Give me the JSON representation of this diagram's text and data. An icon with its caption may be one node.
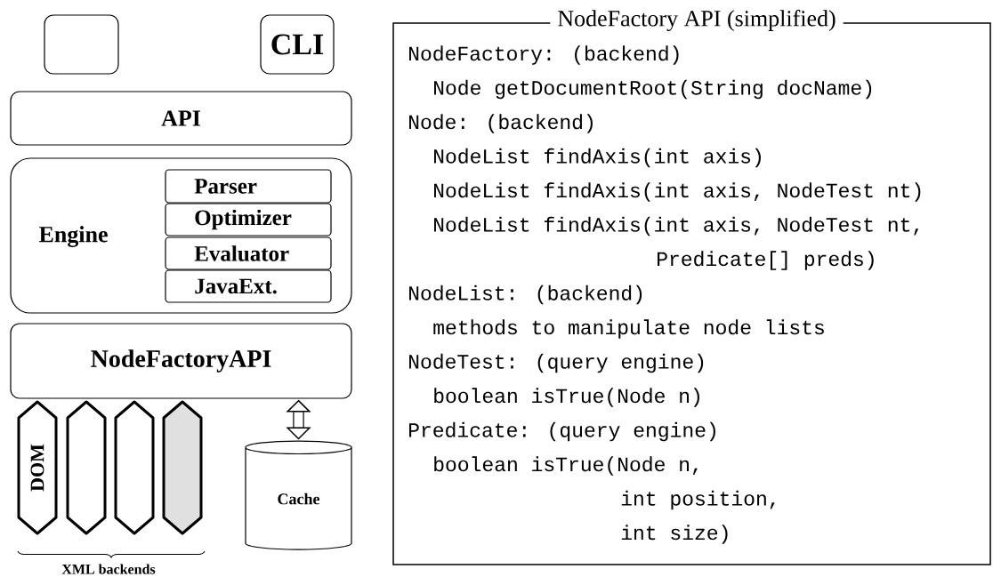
{
  "diagram": {
    "nodes": [
      {
        "text": [],
        "shape": "box"
      },
      {
        "text": [
          "CLI"
        ]
      },
      {
        "text": [
          "API"
        ]
      },
      {
        "text": [
          "Engine"
        ]
      },
      {
        "text": [
          "Parser"
        ],
        "in": 3
      },
      {
        "text": [
          "Optimizer"
        ],
        "in": 3
      },
      {
        "text": [
          "Evaluator"
        ],
        "in": 3
      },
      {
        "text": [
          "JavaExt."
        ],
        "in": 3
      },
      {
        "text": [
          "NodeFactoryAPI"
        ]
      },
      {
        "text": [
          "DOM"
        ]
      },
      {
        "text": [],
        "shape": "hexagon"
      },
      {
        "text": [],
        "shape": "hexagon"
      },
      {
        "text": [],
        "shape": "hexagon"
      },
      {
        "text": [
          "Cache"
        ]
      },
      {
        "text": [
          "NodeFactory API (simplified)",
          "NodeFactory: (backend)",
          "Node getDocumentRoot(String docName)",
          "Node: (backend)",
          "NodeList findAxis(int axis)",
          "NodeList findAxis(int axis, NodeTest nt)",
          "NodeList findAxis(int axis, NodeTest nt,",
          "Predicate[] preds)",
          "NodeList: (backend)",
          "methods to manipulate node lists",
          "NodeTest: (query engine)",
          "boolean isTrue(Node n)",
          "Predicate: (query engine)",
          "boolean isTrue(Node n,",
          "int position,",
          "int size)"
        ]
      }
    ],
    "edges": [
      {
        "from": 8,
        "to": 13,
        "arrow": "both"
      }
    ],
    "labels": [
      "XML backends"
    ]
  }
}
